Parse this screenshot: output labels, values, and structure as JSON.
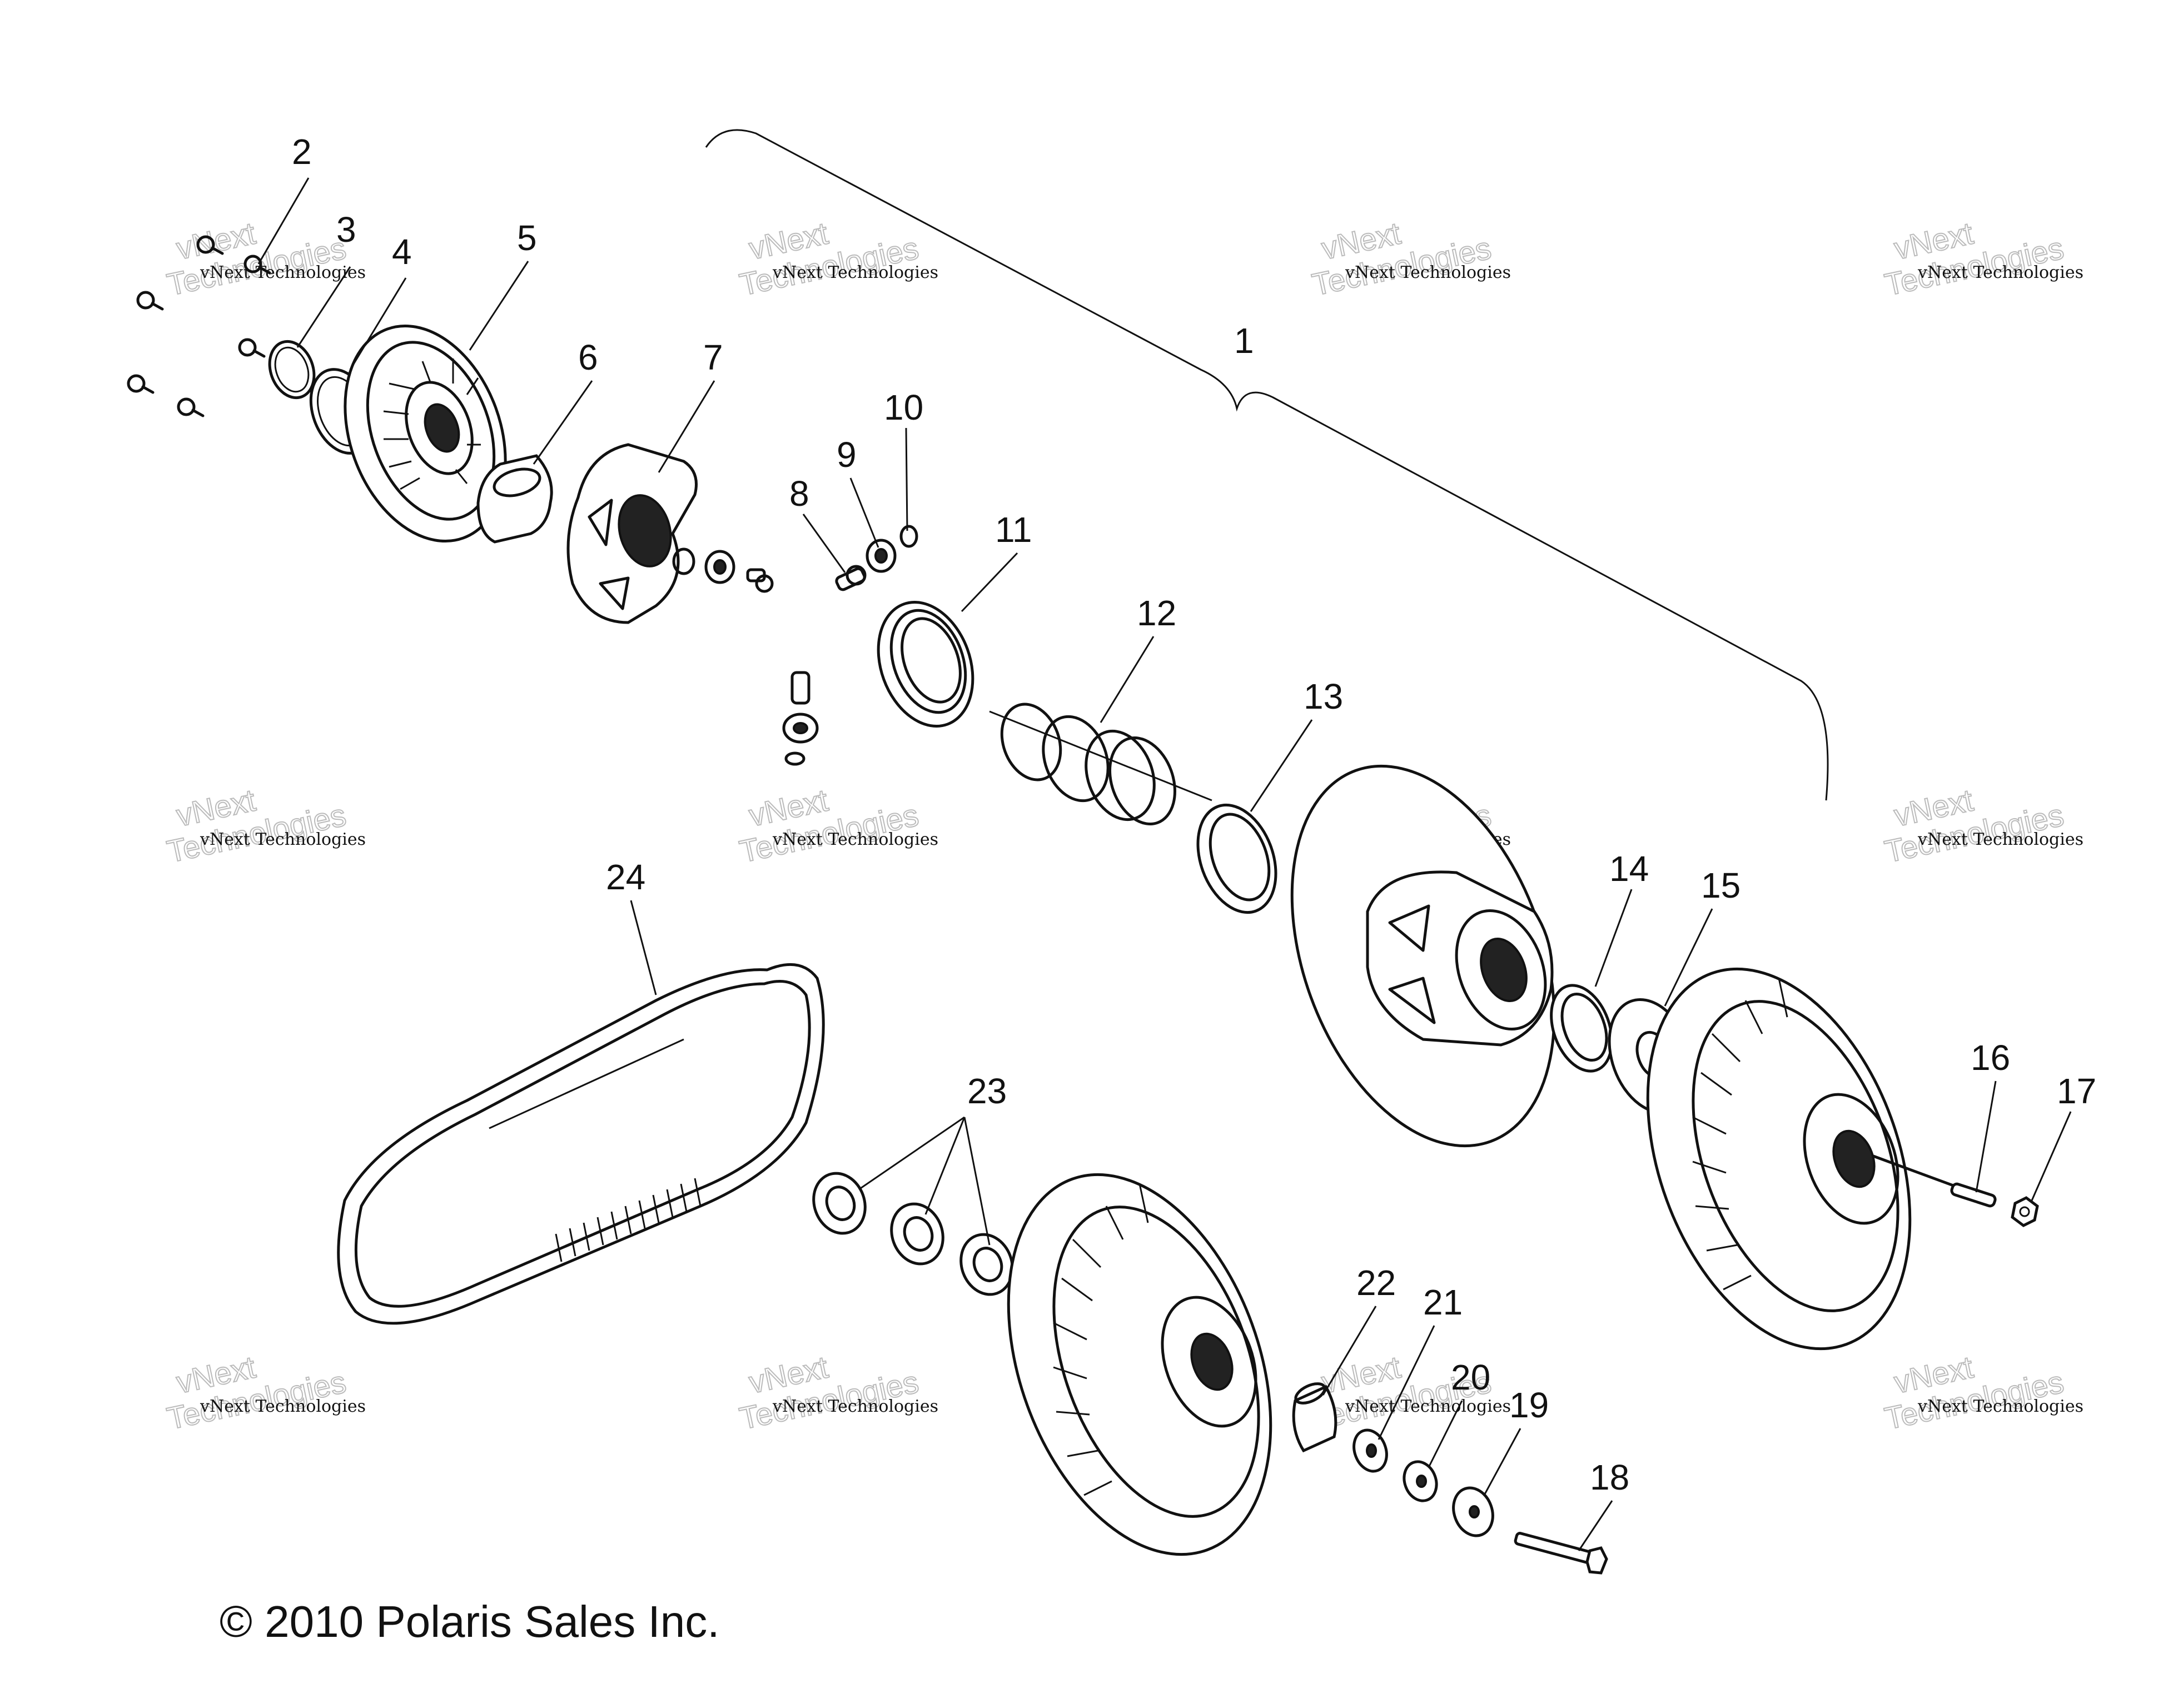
{
  "callouts": [
    "1",
    "2",
    "3",
    "4",
    "5",
    "6",
    "7",
    "8",
    "9",
    "10",
    "11",
    "12",
    "13",
    "14",
    "15",
    "16",
    "17",
    "18",
    "19",
    "20",
    "21",
    "22",
    "23",
    "24"
  ],
  "watermark": {
    "line1": "vNext Technologies",
    "line2": "vNext",
    "line3": "Technologies"
  },
  "copyright": "© 2010 Polaris Sales Inc."
}
